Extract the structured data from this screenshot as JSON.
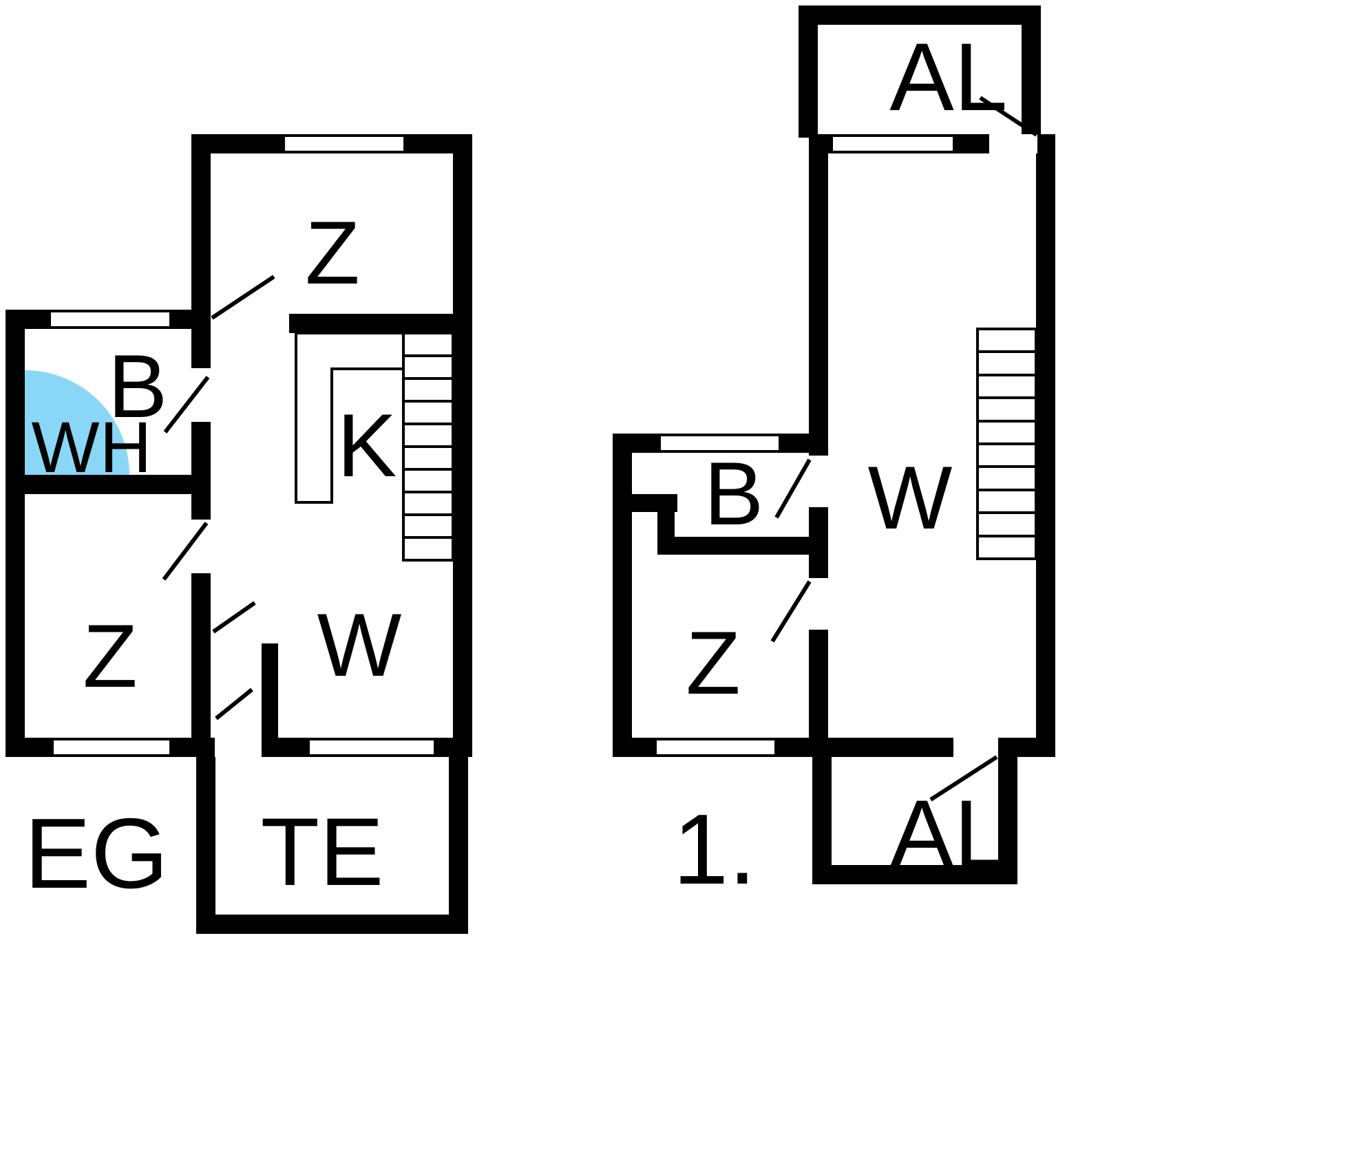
{
  "plans": {
    "ground": {
      "floor_label": "EG",
      "rooms": {
        "bedroom_top": "Z",
        "bath": "B",
        "water_heater": "WH",
        "bedroom_left": "Z",
        "kitchen": "K",
        "living_room": "W",
        "terrace": "TE"
      }
    },
    "upper": {
      "floor_label": "1.",
      "rooms": {
        "balcony_top": "AL",
        "bath": "B",
        "living_room": "W",
        "bedroom": "Z",
        "balcony_bottom": "AL"
      }
    }
  },
  "colors": {
    "wall": "#000000",
    "room_fill": "#ffffff",
    "highlight_fill": "#8ad6f6"
  }
}
